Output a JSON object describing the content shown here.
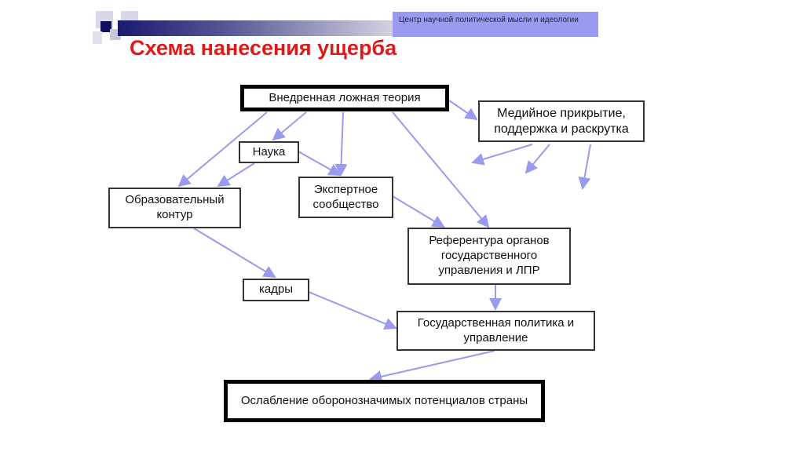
{
  "header": {
    "organization": "Центр научной политической мысли и идеологии",
    "title": "Схема нанесения ущерба",
    "accent_color": "#e01818",
    "arrow_color": "#9a9aee"
  },
  "nodes": {
    "theory": "Внедренная ложная теория",
    "media": "Медийное прикрытие, поддержка и раскрутка",
    "science": "Наука",
    "education": "Образовательный контур",
    "expert": "Экспертное сообщество",
    "referentura": "Референтура органов государственного управления и ЛПР",
    "cadres": "кадры",
    "policy": "Государственная политика и управление",
    "result": "Ослабление оборонозначимых потенциалов страны"
  }
}
